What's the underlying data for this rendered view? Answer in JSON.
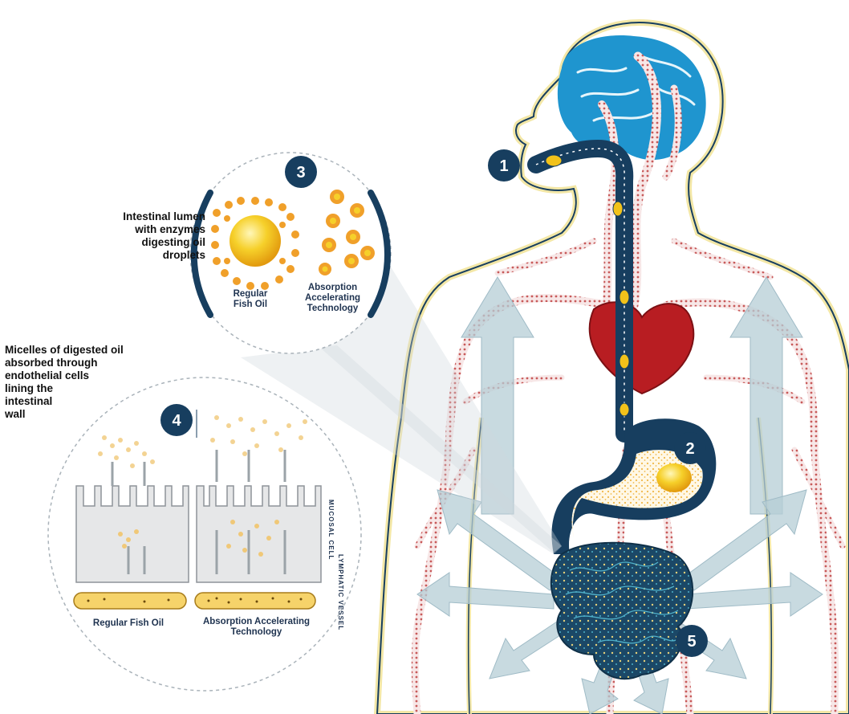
{
  "callouts": {
    "lumen": "Intestinal lumen\nwith enzymes\ndigesting oil\ndroplets",
    "micelles": "Micelles of digested oil\nabsorbed through\nendothelial cells\nlining the\nintestinal\nwall"
  },
  "circle3": {
    "number": "3",
    "left_label": "Regular\nFish Oil",
    "right_label": "Absorption\nAccelerating\nTechnology"
  },
  "circle4": {
    "number": "4",
    "left_label": "Regular Fish Oil",
    "right_label": "Absorption Accelerating\nTechnology",
    "side_labels": [
      "MUCOSAL CELL",
      "LYMPHATIC VESSEL"
    ]
  },
  "steps": [
    "1",
    "2",
    "3",
    "4",
    "5"
  ],
  "colors": {
    "navy": "#173e5f",
    "brain_blue": "#1f95cf",
    "heart_red": "#b81d22",
    "vessel_red": "#c85a5a",
    "oil_yellow": "#f2c21a",
    "arrow_blue": "#b6cdd6",
    "body_outline": "#f3e7a6"
  }
}
